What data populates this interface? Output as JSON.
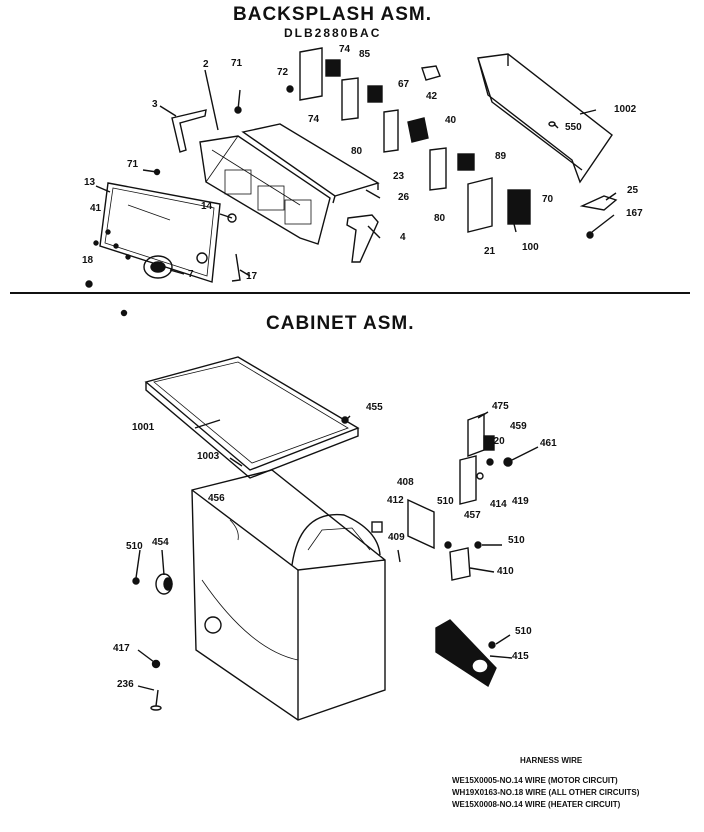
{
  "titles": {
    "backsplash": "BACKSPLASH  ASM.",
    "model": "DLB2880BAC",
    "cabinet": "CABINET  ASM."
  },
  "callouts": [
    {
      "id": "c74a",
      "text": "74"
    },
    {
      "id": "c85",
      "text": "85"
    },
    {
      "id": "c2",
      "text": "2"
    },
    {
      "id": "c71a",
      "text": "71"
    },
    {
      "id": "c72",
      "text": "72"
    },
    {
      "id": "c67",
      "text": "67"
    },
    {
      "id": "c42",
      "text": "42"
    },
    {
      "id": "c1002",
      "text": "1002"
    },
    {
      "id": "c3",
      "text": "3"
    },
    {
      "id": "c74b",
      "text": "74"
    },
    {
      "id": "c40",
      "text": "40"
    },
    {
      "id": "c550",
      "text": "550"
    },
    {
      "id": "c80a",
      "text": "80"
    },
    {
      "id": "c89",
      "text": "89"
    },
    {
      "id": "c71b",
      "text": "71"
    },
    {
      "id": "c23",
      "text": "23"
    },
    {
      "id": "c13",
      "text": "13"
    },
    {
      "id": "c70",
      "text": "70"
    },
    {
      "id": "c25",
      "text": "25"
    },
    {
      "id": "c26",
      "text": "26"
    },
    {
      "id": "c41",
      "text": "41"
    },
    {
      "id": "c14",
      "text": "14"
    },
    {
      "id": "c80b",
      "text": "80"
    },
    {
      "id": "c167",
      "text": "167"
    },
    {
      "id": "c4",
      "text": "4"
    },
    {
      "id": "c21",
      "text": "21"
    },
    {
      "id": "c100",
      "text": "100"
    },
    {
      "id": "c18",
      "text": "18"
    },
    {
      "id": "c7",
      "text": "7"
    },
    {
      "id": "c17",
      "text": "17"
    },
    {
      "id": "c455",
      "text": "455"
    },
    {
      "id": "c1001",
      "text": "1001"
    },
    {
      "id": "c475",
      "text": "475"
    },
    {
      "id": "c459",
      "text": "459"
    },
    {
      "id": "c220",
      "text": "220"
    },
    {
      "id": "c461",
      "text": "461"
    },
    {
      "id": "c1003",
      "text": "1003"
    },
    {
      "id": "c408",
      "text": "408"
    },
    {
      "id": "c419",
      "text": "419"
    },
    {
      "id": "c414",
      "text": "414"
    },
    {
      "id": "c412",
      "text": "412"
    },
    {
      "id": "c510a",
      "text": "510"
    },
    {
      "id": "c456",
      "text": "456"
    },
    {
      "id": "c457",
      "text": "457"
    },
    {
      "id": "c409",
      "text": "409"
    },
    {
      "id": "c510b",
      "text": "510"
    },
    {
      "id": "c510c",
      "text": "510"
    },
    {
      "id": "c454",
      "text": "454"
    },
    {
      "id": "c410",
      "text": "410"
    },
    {
      "id": "c510d",
      "text": "510"
    },
    {
      "id": "c417",
      "text": "417"
    },
    {
      "id": "c415",
      "text": "415"
    },
    {
      "id": "c236",
      "text": "236"
    }
  ],
  "harness": {
    "title": "HARNESS WIRE",
    "lines": [
      "WE15X0005-NO.14 WIRE (MOTOR CIRCUIT)",
      "WH19X0163-NO.18 WIRE (ALL OTHER CIRCUITS)",
      "WE15X0008-NO.14 WIRE (HEATER CIRCUIT)"
    ]
  }
}
